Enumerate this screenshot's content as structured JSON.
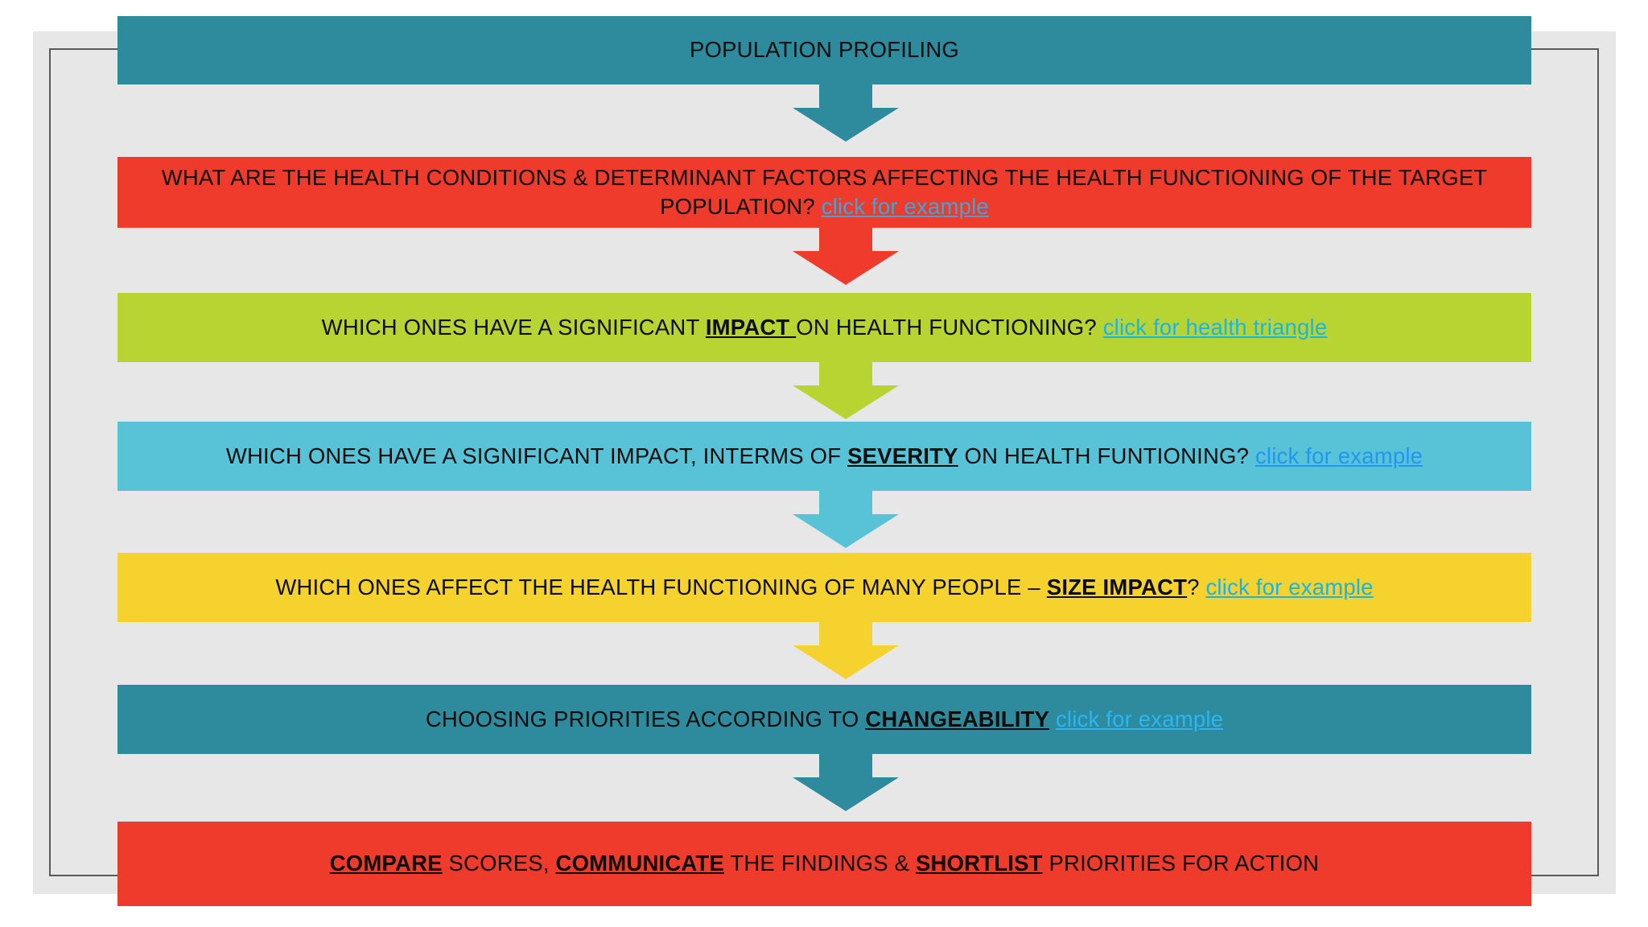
{
  "diagram": {
    "title": "Population Profiling Flowchart",
    "palette": {
      "teal": "#2e8b9e",
      "red": "#ef3b2c",
      "green": "#b8d432",
      "cyan": "#58c3d6",
      "yellow": "#f5d22e",
      "panel_gray": "#e7e7e7",
      "text": "#0d0d0d"
    },
    "steps": [
      {
        "id": "population-profiling",
        "color": "#2e8b9e",
        "segments": [
          {
            "kind": "text",
            "text": "POPULATION PROFILING"
          }
        ]
      },
      {
        "id": "health-conditions-question",
        "color": "#ef3b2c",
        "segments": [
          {
            "kind": "text",
            "text": "WHAT ARE THE HEALTH CONDITIONS & DETERMINANT FACTORS AFFECTING THE HEALTH FUNCTIONING OF THE TARGET POPULATION? "
          },
          {
            "kind": "link",
            "text": "click for example",
            "color": "#3aa6e0"
          }
        ]
      },
      {
        "id": "impact-question",
        "color": "#b8d432",
        "segments": [
          {
            "kind": "text",
            "text": "WHICH ONES HAVE A SIGNIFICANT "
          },
          {
            "kind": "keyword",
            "text": "IMPACT "
          },
          {
            "kind": "text",
            "text": "ON HEALTH FUNCTIONING? "
          },
          {
            "kind": "link",
            "text": "click for health triangle",
            "color": "#17b6e8"
          }
        ]
      },
      {
        "id": "severity-question",
        "color": "#58c3d6",
        "segments": [
          {
            "kind": "text",
            "text": "WHICH ONES HAVE A SIGNIFICANT IMPACT, INTERMS OF "
          },
          {
            "kind": "keyword",
            "text": "SEVERITY"
          },
          {
            "kind": "text",
            "text": " ON HEALTH FUNTIONING? "
          },
          {
            "kind": "link",
            "text": "click for example",
            "color": "#2196f3"
          }
        ]
      },
      {
        "id": "size-impact-question",
        "color": "#f5d22e",
        "segments": [
          {
            "kind": "text",
            "text": "WHICH ONES AFFECT THE HEALTH FUNCTIONING OF MANY PEOPLE – "
          },
          {
            "kind": "keyword",
            "text": "SIZE IMPACT"
          },
          {
            "kind": "text",
            "text": "? "
          },
          {
            "kind": "link",
            "text": "click for example",
            "color": "#16b5e4"
          }
        ]
      },
      {
        "id": "changeability-step",
        "color": "#2e8b9e",
        "segments": [
          {
            "kind": "text",
            "text": "CHOOSING PRIORITIES ACCORDING TO "
          },
          {
            "kind": "keyword",
            "text": "CHANGEABILITY"
          },
          {
            "kind": "text",
            "text": " "
          },
          {
            "kind": "link",
            "text": "click for example",
            "color": "#29b6f6"
          }
        ]
      },
      {
        "id": "compare-communicate-shortlist",
        "color": "#ef3b2c",
        "segments": [
          {
            "kind": "keyword",
            "text": "COMPARE"
          },
          {
            "kind": "text",
            "text": " SCORES, "
          },
          {
            "kind": "keyword",
            "text": "COMMUNICATE"
          },
          {
            "kind": "text",
            "text": " THE FINDINGS & "
          },
          {
            "kind": "keyword",
            "text": "SHORTLIST"
          },
          {
            "kind": "text",
            "text": " PRIORITIES FOR ACTION"
          }
        ]
      }
    ],
    "connectors": [
      {
        "id": "connector-0",
        "icon": "down-block-arrow-icon",
        "color": "#2e8b9e"
      },
      {
        "id": "connector-1",
        "icon": "down-block-arrow-icon",
        "color": "#ef3b2c"
      },
      {
        "id": "connector-2",
        "icon": "down-block-arrow-icon",
        "color": "#b8d432"
      },
      {
        "id": "connector-3",
        "icon": "down-block-arrow-icon",
        "color": "#58c3d6"
      },
      {
        "id": "connector-4",
        "icon": "down-block-arrow-icon",
        "color": "#f5d22e"
      },
      {
        "id": "connector-5",
        "icon": "down-block-arrow-icon",
        "color": "#2e8b9e"
      }
    ]
  }
}
